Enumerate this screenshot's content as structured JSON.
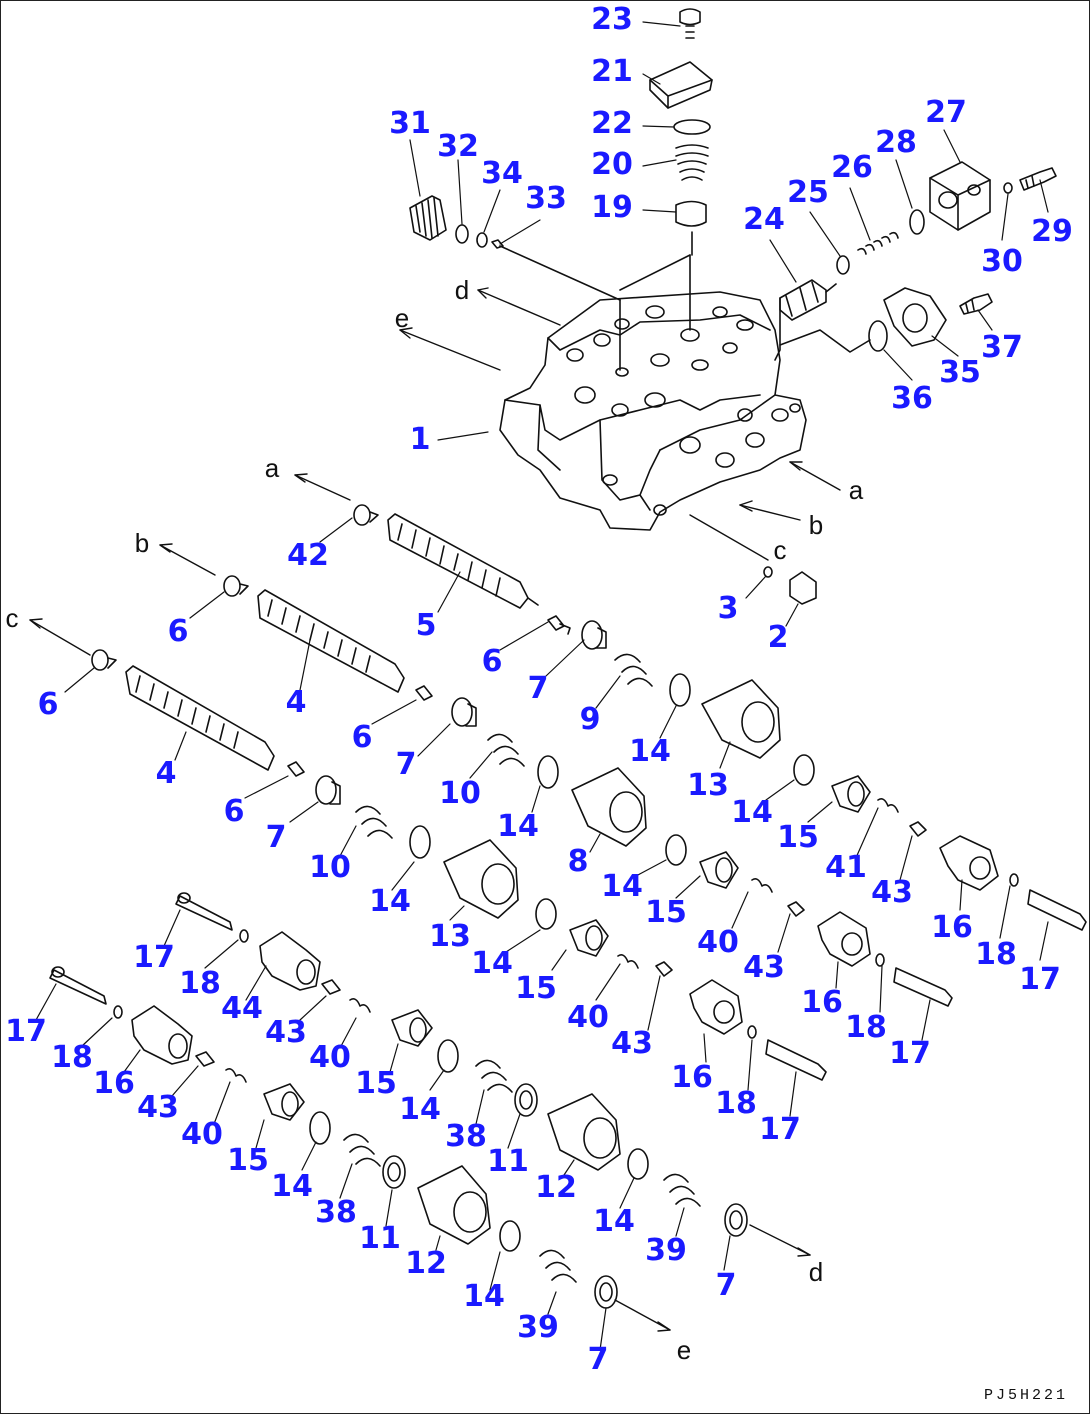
{
  "figure": {
    "code": "PJ5H221",
    "colors": {
      "callout": "#1a1aff",
      "linework": "#111111",
      "background": "#ffffff"
    },
    "callouts": [
      {
        "id": "c23",
        "text": "23"
      },
      {
        "id": "c21",
        "text": "21"
      },
      {
        "id": "c22",
        "text": "22"
      },
      {
        "id": "c20",
        "text": "20"
      },
      {
        "id": "c19",
        "text": "19"
      },
      {
        "id": "c31",
        "text": "31"
      },
      {
        "id": "c32",
        "text": "32"
      },
      {
        "id": "c34",
        "text": "34"
      },
      {
        "id": "c33",
        "text": "33"
      },
      {
        "id": "c27",
        "text": "27"
      },
      {
        "id": "c28",
        "text": "28"
      },
      {
        "id": "c26",
        "text": "26"
      },
      {
        "id": "c25",
        "text": "25"
      },
      {
        "id": "c24",
        "text": "24"
      },
      {
        "id": "c30",
        "text": "30"
      },
      {
        "id": "c29",
        "text": "29"
      },
      {
        "id": "c37",
        "text": "37"
      },
      {
        "id": "c35",
        "text": "35"
      },
      {
        "id": "c36",
        "text": "36"
      },
      {
        "id": "c1",
        "text": "1"
      },
      {
        "id": "c42",
        "text": "42"
      },
      {
        "id": "c5",
        "text": "5"
      },
      {
        "id": "c3",
        "text": "3"
      },
      {
        "id": "c2",
        "text": "2"
      },
      {
        "id": "c6a",
        "text": "6"
      },
      {
        "id": "c6b",
        "text": "6"
      },
      {
        "id": "c6c",
        "text": "6"
      },
      {
        "id": "c6d",
        "text": "6"
      },
      {
        "id": "c6e",
        "text": "6"
      },
      {
        "id": "c4a",
        "text": "4"
      },
      {
        "id": "c4b",
        "text": "4"
      },
      {
        "id": "c7a",
        "text": "7"
      },
      {
        "id": "c7b",
        "text": "7"
      },
      {
        "id": "c7c",
        "text": "7"
      },
      {
        "id": "c7d",
        "text": "7"
      },
      {
        "id": "c7e",
        "text": "7"
      },
      {
        "id": "c9",
        "text": "9"
      },
      {
        "id": "c14a",
        "text": "14"
      },
      {
        "id": "c13a",
        "text": "13"
      },
      {
        "id": "c14b",
        "text": "14"
      },
      {
        "id": "c10a",
        "text": "10"
      },
      {
        "id": "c14c",
        "text": "14"
      },
      {
        "id": "c8",
        "text": "8"
      },
      {
        "id": "c14d",
        "text": "14"
      },
      {
        "id": "c15a",
        "text": "15"
      },
      {
        "id": "c41",
        "text": "41"
      },
      {
        "id": "c43a",
        "text": "43"
      },
      {
        "id": "c16a",
        "text": "16"
      },
      {
        "id": "c18a",
        "text": "18"
      },
      {
        "id": "c17a",
        "text": "17"
      },
      {
        "id": "c10b",
        "text": "10"
      },
      {
        "id": "c14e",
        "text": "14"
      },
      {
        "id": "c13b",
        "text": "13"
      },
      {
        "id": "c14f",
        "text": "14"
      },
      {
        "id": "c15b",
        "text": "15"
      },
      {
        "id": "c40a",
        "text": "40"
      },
      {
        "id": "c43b",
        "text": "43"
      },
      {
        "id": "c16b",
        "text": "16"
      },
      {
        "id": "c18b",
        "text": "18"
      },
      {
        "id": "c17b",
        "text": "17"
      },
      {
        "id": "c15c",
        "text": "15"
      },
      {
        "id": "c40b",
        "text": "40"
      },
      {
        "id": "c43c",
        "text": "43"
      },
      {
        "id": "c16c",
        "text": "16"
      },
      {
        "id": "c18c",
        "text": "18"
      },
      {
        "id": "c17c",
        "text": "17"
      },
      {
        "id": "c17d",
        "text": "17"
      },
      {
        "id": "c18d",
        "text": "18"
      },
      {
        "id": "c44",
        "text": "44"
      },
      {
        "id": "c43d",
        "text": "43"
      },
      {
        "id": "c40c",
        "text": "40"
      },
      {
        "id": "c15d",
        "text": "15"
      },
      {
        "id": "c14g",
        "text": "14"
      },
      {
        "id": "c38a",
        "text": "38"
      },
      {
        "id": "c11a",
        "text": "11"
      },
      {
        "id": "c12a",
        "text": "12"
      },
      {
        "id": "c17e",
        "text": "17"
      },
      {
        "id": "c18e",
        "text": "18"
      },
      {
        "id": "c16d",
        "text": "16"
      },
      {
        "id": "c43e",
        "text": "43"
      },
      {
        "id": "c40d",
        "text": "40"
      },
      {
        "id": "c15e",
        "text": "15"
      },
      {
        "id": "c14h",
        "text": "14"
      },
      {
        "id": "c38b",
        "text": "38"
      },
      {
        "id": "c11b",
        "text": "11"
      },
      {
        "id": "c12b",
        "text": "12"
      },
      {
        "id": "c14i",
        "text": "14"
      },
      {
        "id": "c14j",
        "text": "14"
      },
      {
        "id": "c39a",
        "text": "39"
      },
      {
        "id": "c39b",
        "text": "39"
      }
    ],
    "connection_letters": [
      {
        "id": "la1",
        "text": "a"
      },
      {
        "id": "la2",
        "text": "a"
      },
      {
        "id": "lb1",
        "text": "b"
      },
      {
        "id": "lb2",
        "text": "b"
      },
      {
        "id": "lc1",
        "text": "c"
      },
      {
        "id": "lc2",
        "text": "c"
      },
      {
        "id": "ld1",
        "text": "d"
      },
      {
        "id": "ld2",
        "text": "d"
      },
      {
        "id": "le1",
        "text": "e"
      },
      {
        "id": "le2",
        "text": "e"
      }
    ]
  }
}
